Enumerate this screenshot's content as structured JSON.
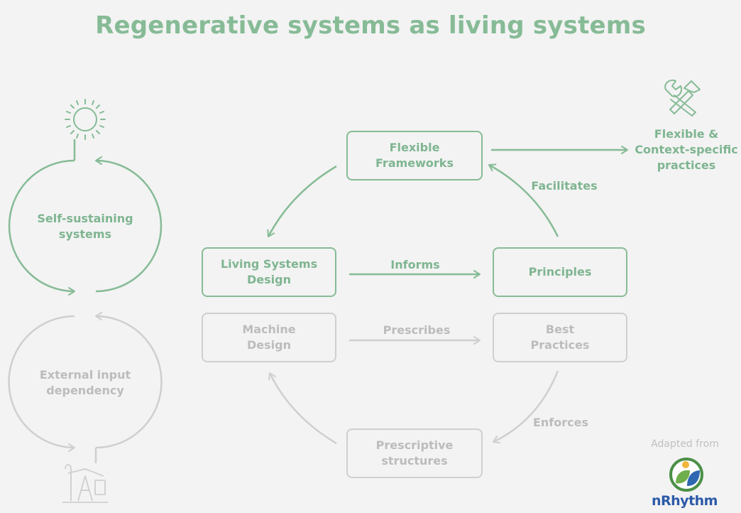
{
  "title": "Regenerative systems as living systems",
  "nodes": {
    "flexible_frameworks": "Flexible\nFrameworks",
    "living_systems_design": "Living Systems\nDesign",
    "principles": "Principles",
    "machine_design": "Machine\nDesign",
    "best_practices": "Best\nPractices",
    "prescriptive_structures": "Prescriptive\nstructures"
  },
  "edges": {
    "informs": "Informs",
    "facilitates": "Facilitates",
    "prescribes": "Prescribes",
    "enforces": "Enforces"
  },
  "outcome": "Flexible &\nContext-specific\npractices",
  "loops": {
    "self_sustaining": "Self-sustaining\nsystems",
    "external_input": "External input\ndependency"
  },
  "credit": {
    "adapted_from": "Adapted from",
    "logo_text": "nRhythm"
  },
  "colors": {
    "living": "#86bb96",
    "machine": "#cfcfcf",
    "background": "#f3f3f3"
  },
  "icons": {
    "sun": "sun-icon",
    "tools": "hammer-wrench-icon",
    "oil_pump": "oil-pump-icon",
    "logo": "nrhythm-logo-icon"
  }
}
